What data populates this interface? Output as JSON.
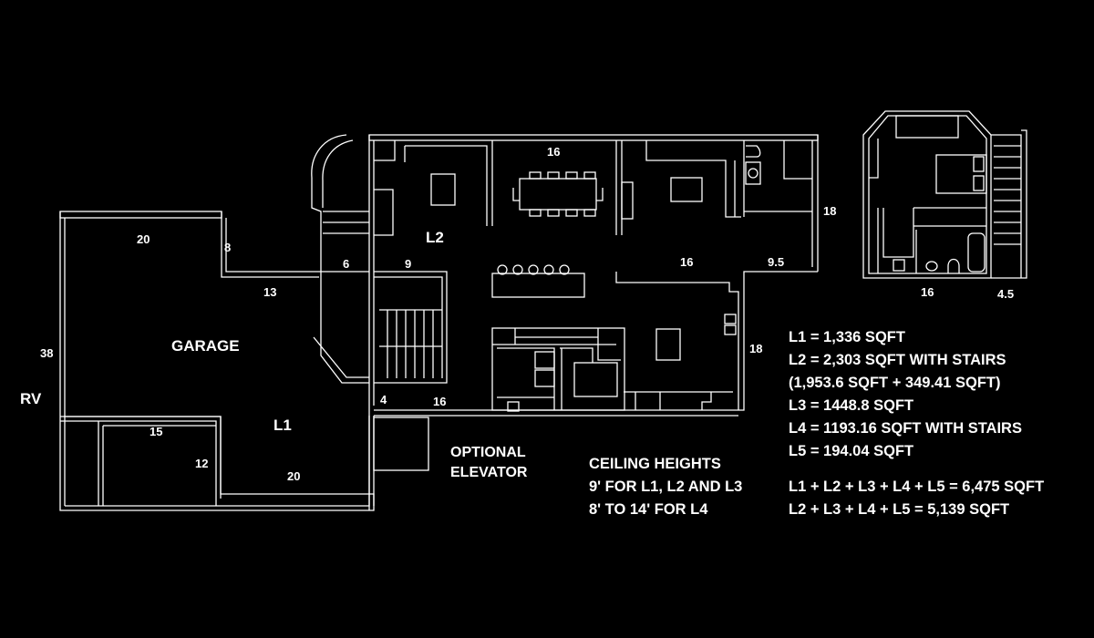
{
  "plan": {
    "rooms": {
      "garage": "GARAGE",
      "rv": "RV",
      "l1": "L1",
      "l2": "L2",
      "optional_elevator": [
        "OPTIONAL",
        "ELEVATOR"
      ]
    },
    "dimensions": {
      "garage_top_20": "20",
      "garage_8": "8",
      "garage_13": "13",
      "garage_38": "38",
      "bay_15": "15",
      "bay_12": "12",
      "l1_20": "20",
      "stair_6": "6",
      "stair_9": "9",
      "dining_16": "16",
      "east_18_top": "18",
      "living_16": "16",
      "bath_9_5": "9.5",
      "lower_4": "4",
      "lower_16": "16",
      "kitchen_18": "18",
      "l5_16": "16",
      "l5_4_5": "4.5"
    }
  },
  "ceiling": {
    "title": "CEILING HEIGHTS",
    "lines": [
      "9' FOR L1, L2 AND L3",
      "8' TO 14' FOR L4"
    ]
  },
  "areas": {
    "lines": [
      "L1 = 1,336 SQFT",
      "L2 = 2,303 SQFT WITH STAIRS",
      "(1,953.6 SQFT + 349.41 SQFT)",
      "L3 = 1448.8 SQFT",
      "L4 = 1193.16 SQFT WITH STAIRS",
      "L5 = 194.04 SQFT"
    ],
    "totals": [
      "L1 + L2 + L3 + L4 + L5 = 6,475 SQFT",
      "L2 + L3 + L4 + L5 = 5,139 SQFT"
    ]
  },
  "colors": {
    "background": "#000000",
    "line": "#ffffff"
  }
}
